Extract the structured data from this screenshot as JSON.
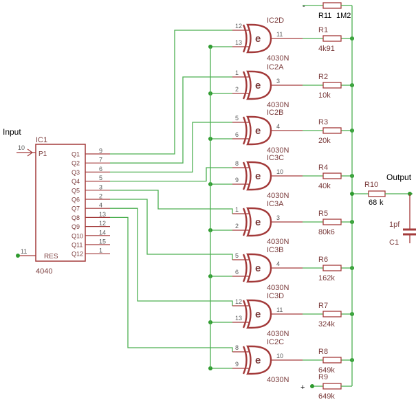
{
  "colors": {
    "wire": "#4caf50",
    "component": "#a33a3a",
    "junction": "#2e9a2e",
    "label": "#7a3b3b",
    "pin_text": "#5a5a5a",
    "note_text": "#000000"
  },
  "labels": {
    "input": "Input",
    "output": "Output",
    "plus": "+",
    "minus": "-"
  },
  "counter": {
    "name": "IC1",
    "part": "4040",
    "clock_pin_number": "10",
    "clock_label": "P1",
    "reset_pin_number": "11",
    "reset_label": "RES",
    "outputs": [
      {
        "name": "Q1",
        "pin": "9"
      },
      {
        "name": "Q2",
        "pin": "7"
      },
      {
        "name": "Q3",
        "pin": "6"
      },
      {
        "name": "Q4",
        "pin": "5"
      },
      {
        "name": "Q5",
        "pin": "3"
      },
      {
        "name": "Q6",
        "pin": "2"
      },
      {
        "name": "Q7",
        "pin": "4"
      },
      {
        "name": "Q8",
        "pin": "13"
      },
      {
        "name": "Q9",
        "pin": "12"
      },
      {
        "name": "Q10",
        "pin": "14"
      },
      {
        "name": "Q11",
        "pin": "15"
      },
      {
        "name": "Q12",
        "pin": "1"
      }
    ]
  },
  "gates": [
    {
      "name": "IC2D",
      "part": "4030N",
      "pin_a": "12",
      "pin_b": "13",
      "pin_out": "11",
      "resistor": "R1",
      "value": "4k91"
    },
    {
      "name": "IC2A",
      "part": "4030N",
      "pin_a": "1",
      "pin_b": "2",
      "pin_out": "3",
      "resistor": "R2",
      "value": "10k"
    },
    {
      "name": "IC2B",
      "part": "4030N",
      "pin_a": "5",
      "pin_b": "6",
      "pin_out": "4",
      "resistor": "R3",
      "value": "20k"
    },
    {
      "name": "IC3C",
      "part": "4030N",
      "pin_a": "8",
      "pin_b": "9",
      "pin_out": "10",
      "resistor": "R4",
      "value": "40k"
    },
    {
      "name": "IC3A",
      "part": "4030N",
      "pin_a": "1",
      "pin_b": "2",
      "pin_out": "3",
      "resistor": "R5",
      "value": "80k6"
    },
    {
      "name": "IC3B",
      "part": "4030N",
      "pin_a": "5",
      "pin_b": "6",
      "pin_out": "4",
      "resistor": "R6",
      "value": "162k"
    },
    {
      "name": "IC3D",
      "part": "4030N",
      "pin_a": "12",
      "pin_b": "13",
      "pin_out": "11",
      "resistor": "R7",
      "value": "324k"
    },
    {
      "name": "IC2C",
      "part": "4030N",
      "pin_a": "8",
      "pin_b": "9",
      "pin_out": "10",
      "resistor": "R8",
      "value": "649k"
    }
  ],
  "gate_symbol": "e",
  "r9": {
    "name": "R9",
    "value": "649k"
  },
  "r10": {
    "name": "R10",
    "value": "68",
    "unit": "k"
  },
  "r11": {
    "name": "R11",
    "value": "1M2"
  },
  "c1": {
    "name": "C1",
    "value": "1pf"
  }
}
